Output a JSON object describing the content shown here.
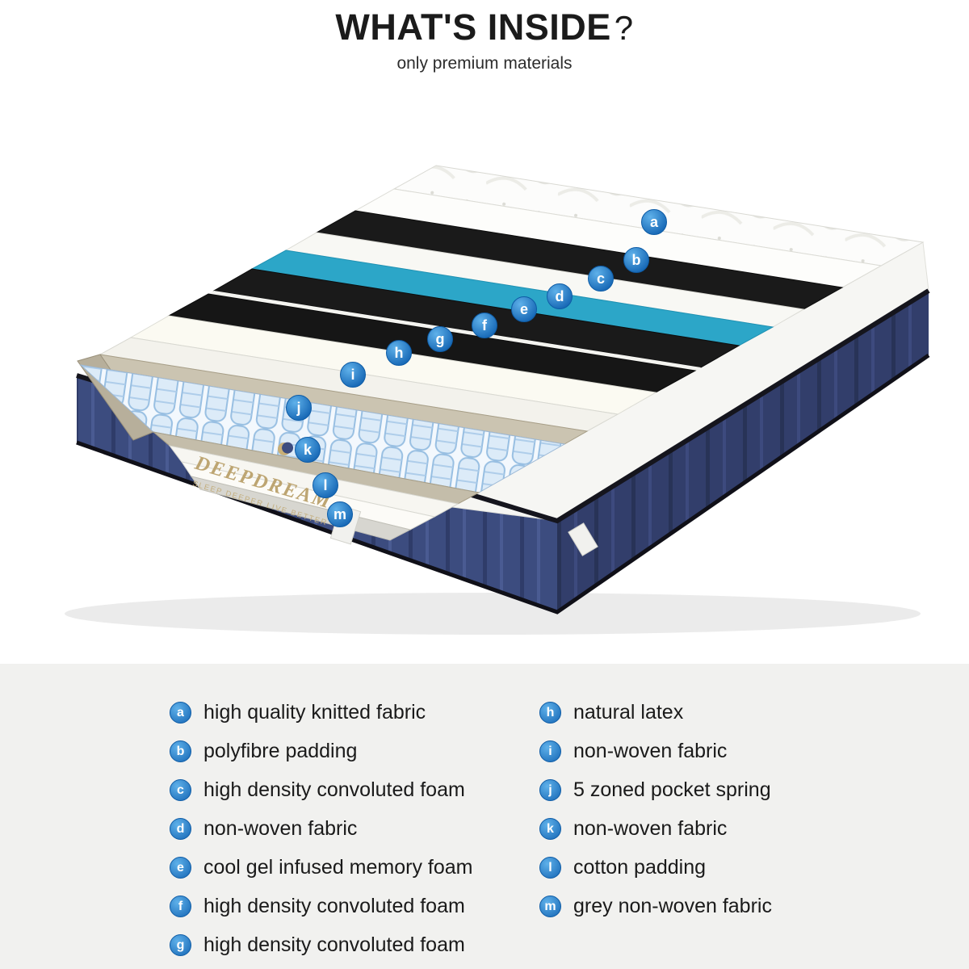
{
  "header": {
    "title": "WHAT'S INSIDE",
    "question_mark": "?",
    "subtitle": "only premium materials"
  },
  "brand": {
    "name": "DEEPDREAM",
    "tagline": "SLEEP DEEPER LIVE BETTER"
  },
  "layers": [
    {
      "id": "a",
      "label": "high quality knitted fabric"
    },
    {
      "id": "b",
      "label": "polyfibre padding"
    },
    {
      "id": "c",
      "label": "high density convoluted foam"
    },
    {
      "id": "d",
      "label": "non-woven fabric"
    },
    {
      "id": "e",
      "label": "cool gel infused memory foam"
    },
    {
      "id": "f",
      "label": "high density convoluted foam"
    },
    {
      "id": "g",
      "label": "high density convoluted foam"
    },
    {
      "id": "h",
      "label": "natural latex"
    },
    {
      "id": "i",
      "label": "non-woven fabric"
    },
    {
      "id": "j",
      "label": "5 zoned pocket spring"
    },
    {
      "id": "k",
      "label": "non-woven fabric"
    },
    {
      "id": "l",
      "label": "cotton padding"
    },
    {
      "id": "m",
      "label": "grey non-woven fabric"
    }
  ],
  "colors": {
    "badge_blue": "#2180d2",
    "navy_fabric": "#3c4c7f",
    "gel_teal": "#2ca6c8",
    "foam_black": "#1a1a1a",
    "frame_beige": "#cbc4b1",
    "legend_background": "#f1f1ef"
  }
}
